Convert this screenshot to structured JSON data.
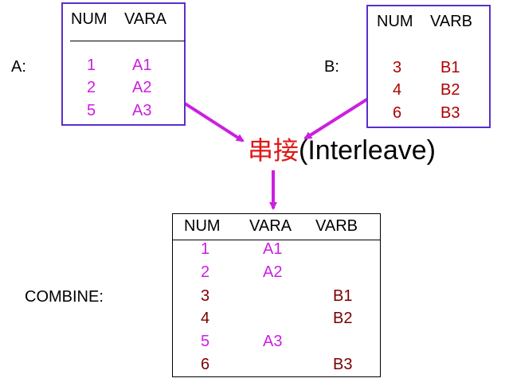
{
  "labels": {
    "a": "A:",
    "b": "B:",
    "combine": "COMBINE:"
  },
  "operation": {
    "zh": "串接",
    "en": "(Interleave)"
  },
  "table_a": {
    "headers": [
      "NUM",
      "VARA"
    ],
    "rows": [
      [
        "1",
        "A1"
      ],
      [
        "2",
        "A2"
      ],
      [
        "5",
        "A3"
      ]
    ]
  },
  "table_b": {
    "headers": [
      "NUM",
      "VARB"
    ],
    "rows": [
      [
        "3",
        "B1"
      ],
      [
        "4",
        "B2"
      ],
      [
        "6",
        "B3"
      ]
    ]
  },
  "table_combine": {
    "headers": [
      "NUM",
      "VARA",
      "VARB"
    ],
    "rows": [
      [
        "1",
        "A1",
        ""
      ],
      [
        "2",
        "A2",
        ""
      ],
      [
        "3",
        "",
        "B1"
      ],
      [
        "4",
        "",
        "B2"
      ],
      [
        "5",
        "A3",
        ""
      ],
      [
        "6",
        "",
        "B3"
      ]
    ]
  },
  "colors": {
    "border_purple": "#5b2fc9",
    "arrow": "#cc1fe0",
    "a_values": "#cc1fe0",
    "b_values": "#b00000",
    "combine_b_values": "#7a0000",
    "operation_zh": "#e01818"
  }
}
